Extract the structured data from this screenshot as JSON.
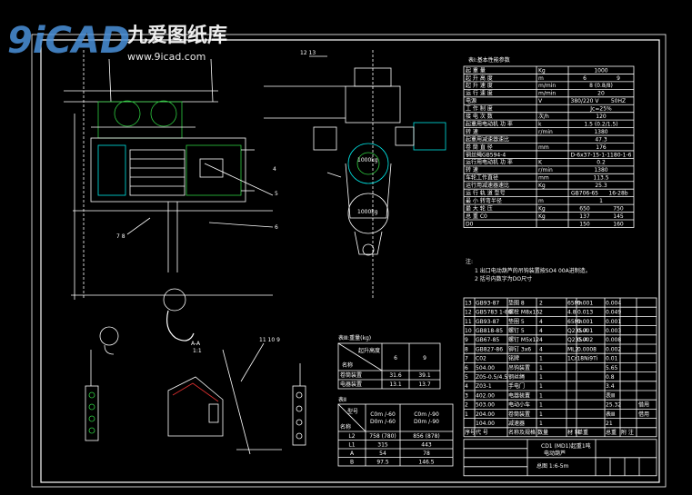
{
  "watermark": {
    "logo_text": "9iCAD",
    "cn_title": "九爱图纸库",
    "url": "www.9icad.com"
  },
  "callouts": {
    "c12_13": "12  13",
    "c4": "4",
    "c5": "5",
    "c6": "6",
    "c7_8": "7  8",
    "c11_10_9": "11 10  9",
    "section_aa": "A-A",
    "section_scale": "1:1",
    "load_1": "1000kg",
    "load_2": "1000kg"
  },
  "table1": {
    "title": "表Ⅰ:基本性能参数",
    "rows": [
      [
        "起  重  量",
        "Kg",
        "1000",
        ""
      ],
      [
        "起 升 高 度",
        "m",
        "6",
        "9"
      ],
      [
        "起 升 速 度",
        "m/min",
        "8 (0.8/8)",
        ""
      ],
      [
        "运 行 速 度",
        "m/min",
        "20",
        ""
      ],
      [
        "电源",
        "V",
        "380/220 V",
        "50HZ"
      ],
      [
        "工 作 制 度",
        "",
        "Jc=25%",
        ""
      ],
      [
        "接 电 次 数",
        "次/h",
        "120",
        ""
      ],
      [
        "起重用电动机  功 率",
        "k",
        "1.5 (0.2/1.5)",
        ""
      ],
      [
        "转 速",
        "r/min",
        "1380",
        ""
      ],
      [
        "起重用减速器速比",
        "",
        "47.3",
        ""
      ],
      [
        "卷 筒 直 径",
        "mm",
        "176",
        ""
      ],
      [
        "钢丝绳GB594-4",
        "",
        "D-6x37-15-1-1180-1-6",
        ""
      ],
      [
        "运行用电动机  功 率",
        "K",
        "0.2",
        ""
      ],
      [
        "转 速",
        "r/min",
        "1380",
        ""
      ],
      [
        "车轮工作直径",
        "mm",
        "113.5",
        ""
      ],
      [
        "运行用减速器速比",
        "Kg",
        "25.3",
        ""
      ],
      [
        "运 行 轨 道  型号",
        "",
        "GB706-65",
        "16-28b"
      ],
      [
        "最 小 转弯半径",
        "m",
        "1",
        ""
      ],
      [
        "最 大 轮 压",
        "Kg",
        "650",
        "750"
      ],
      [
        "总  重   C0",
        "Kg",
        "137",
        "145"
      ],
      [
        "D0",
        "",
        "150",
        "160"
      ]
    ]
  },
  "notes": {
    "title": "注:",
    "lines": [
      "1 出口电动葫芦的吊钩装置按SO4 00A进制造。",
      "2 括号内数字为DO尺寸"
    ]
  },
  "table2": {
    "title": "表Ⅲ:重量(kg)",
    "header_top": "起升高度",
    "header_left": "名称",
    "cols": [
      "6",
      "9"
    ],
    "rows": [
      [
        "卷筒装置",
        "31.6",
        "39.1"
      ],
      [
        "电器装置",
        "13.1",
        "13.7"
      ]
    ]
  },
  "table3": {
    "title": "表Ⅱ",
    "header_left_top": "型号",
    "header_left_bottom": "名称",
    "col1": "C0m /-60\nD0m /-60",
    "col2": "C0m /-90\nD0m /-90",
    "rows": [
      [
        "L2",
        "758 (780)",
        "856 (878)"
      ],
      [
        "L1",
        "315",
        "443"
      ],
      [
        "A",
        "54",
        "78"
      ],
      [
        "B",
        "97.5",
        "146.5"
      ]
    ]
  },
  "bom": {
    "rows": [
      [
        "13",
        "GB93-87",
        "垫圈 8",
        "2",
        "65Mn",
        "0.001",
        "0.004"
      ],
      [
        "12",
        "GB5783 1-86",
        "螺栓 M8x16",
        "2",
        "4.8",
        "0.013",
        "0.049"
      ],
      [
        "11",
        "GB93-87",
        "垫圈 5",
        "4",
        "65Mn",
        "0.001",
        "0.001"
      ],
      [
        "10",
        "GB818-85",
        "螺钉 5",
        "4",
        "Q235-A",
        "0.001",
        "0.003"
      ],
      [
        "9",
        "GB67-85",
        "螺钉 M5x12",
        "4",
        "Q235-A",
        "0.002",
        "0.008"
      ],
      [
        "8",
        "GB827-86",
        "铆钉 3x6",
        "4",
        "ML2",
        "0.0008",
        "0.002"
      ],
      [
        "7",
        "C02",
        "铭牌",
        "1",
        "1Cr18Ni9Ti",
        "",
        "0.01"
      ],
      [
        "6",
        "504.00",
        "吊钩装置",
        "1",
        "",
        "",
        "5.65"
      ],
      [
        "5",
        "Z05-0.5/4.5",
        "钢丝绳",
        "1",
        "",
        "",
        "0.8"
      ],
      [
        "4",
        "Z03-1",
        "手电门",
        "1",
        "",
        "",
        "3.4"
      ],
      [
        "3",
        "402.00",
        "电器装置",
        "1",
        "",
        "",
        "表Ⅲ"
      ],
      [
        "2",
        "503.00",
        "电动小车",
        "1",
        "",
        "",
        "25.32"
      ],
      [
        "1",
        "204.00",
        "卷筒装置",
        "1",
        "",
        "",
        "表Ⅲ"
      ],
      [
        "",
        "104.00",
        "减速器",
        "1",
        "",
        "",
        "21"
      ]
    ],
    "header": [
      "序号",
      "代 号",
      "名称及规格",
      "数量",
      "材 料",
      "单重",
      "总重",
      "附 注"
    ],
    "extra_notes": [
      "借用",
      "借用"
    ],
    "title_block": {
      "name": "CD1 (MD1)起重1吨",
      "subtitle": "电动葫芦",
      "weight_label": "总图 1:6-5m"
    }
  }
}
